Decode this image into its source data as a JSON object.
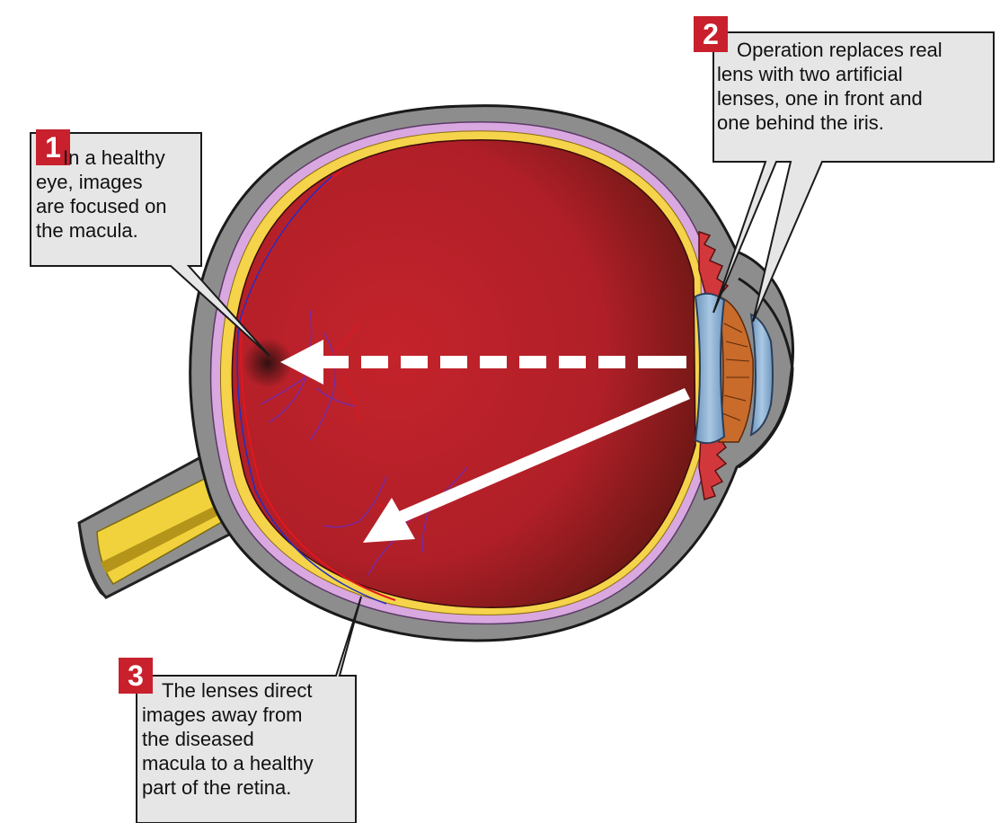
{
  "callouts": [
    {
      "number": "1",
      "text": "In a healthy\neye, images\nare focused on\nthe macula."
    },
    {
      "number": "2",
      "text": "Operation replaces real\nlens with two artificial\nlenses, one in front and\none behind the iris."
    },
    {
      "number": "3",
      "text": "The lenses direct\nimages away from\nthe diseased\nmacula to a healthy\npart of the retina."
    }
  ],
  "colors": {
    "badge": "#c8202c",
    "callout_fill": "#e6e6e6",
    "vitreous": "#b5202a",
    "sclera": "#8a8a8a",
    "retina_yellow": "#f5d34a",
    "choroid_lilac": "#d9a8e0",
    "lens_blue": "#8fb4d6",
    "iris_brown": "#c76a2a",
    "optic_nerve": "#f0cf3a",
    "arrow": "#ffffff"
  },
  "icons": [
    "eye-cross-section",
    "dashed-arrow-to-macula",
    "solid-arrow-to-retina"
  ]
}
